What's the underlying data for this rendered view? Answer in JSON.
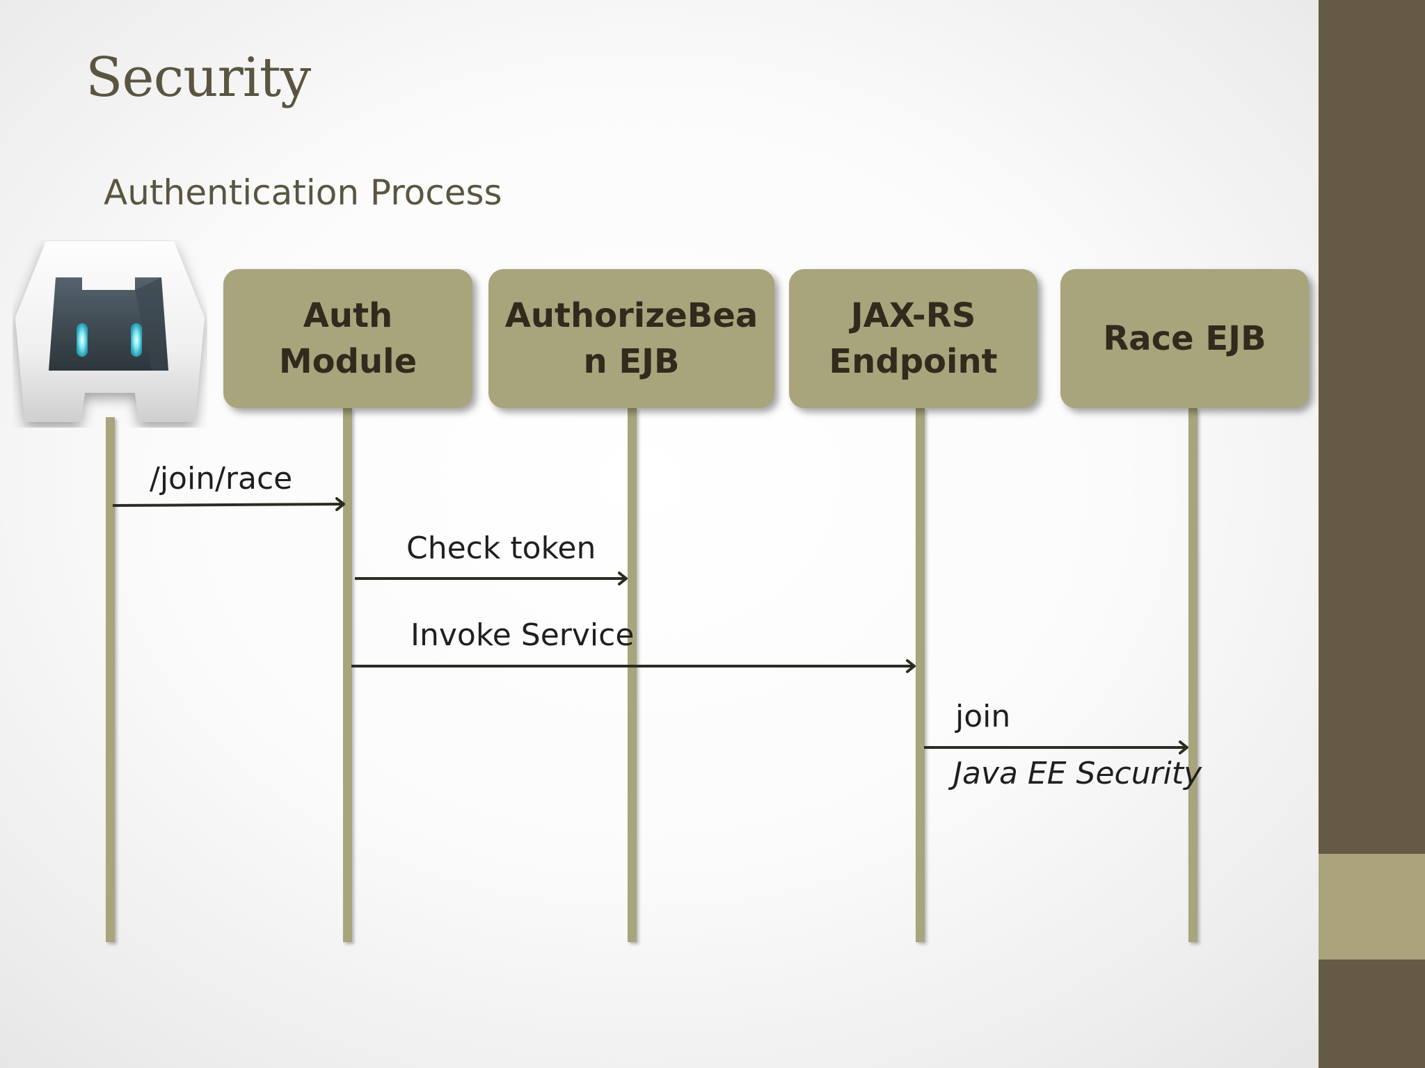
{
  "slide": {
    "title": "Security",
    "subtitle": "Authentication Process"
  },
  "participants": [
    {
      "id": "client",
      "label": "",
      "icon": "cordova-robot-icon"
    },
    {
      "id": "auth-module",
      "label": "Auth\nModule"
    },
    {
      "id": "authorize-bean",
      "label": "AuthorizeBea\nn EJB"
    },
    {
      "id": "jaxrs-endpoint",
      "label": "JAX-RS\nEndpoint"
    },
    {
      "id": "race-ejb",
      "label": "Race EJB"
    }
  ],
  "messages": [
    {
      "from": "client",
      "to": "auth-module",
      "label": "/join/race"
    },
    {
      "from": "auth-module",
      "to": "authorize-bean",
      "label": "Check token"
    },
    {
      "from": "auth-module",
      "to": "jaxrs-endpoint",
      "label": "Invoke Service"
    },
    {
      "from": "jaxrs-endpoint",
      "to": "race-ejb",
      "label": "join",
      "note": "Java EE Security"
    }
  ],
  "colors": {
    "title": "#5a5541",
    "box_fill": "#a8a47c",
    "box_text": "#302b1d",
    "lifeline": "#a8a47c",
    "arrow": "#2b2b22",
    "sidebar_dark": "#655a45",
    "sidebar_light": "#aaa37c"
  }
}
